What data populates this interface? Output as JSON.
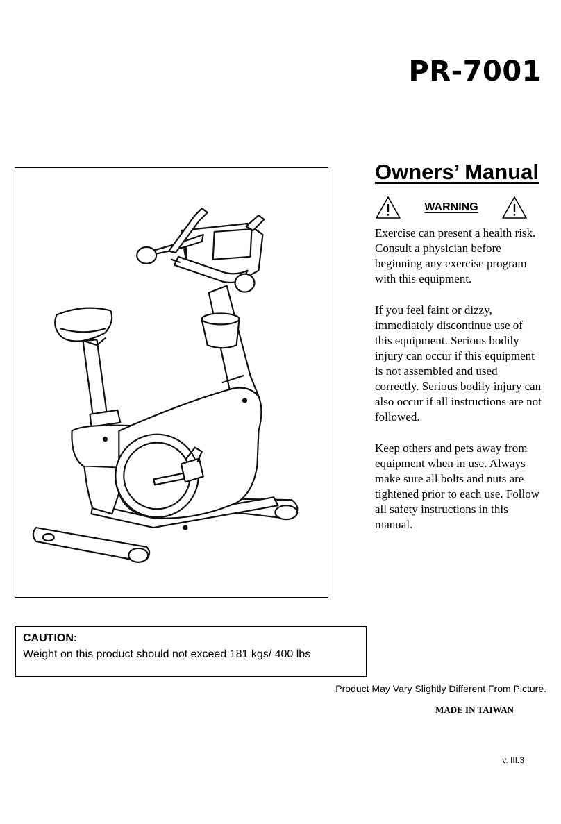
{
  "header": {
    "model": "PR-7001"
  },
  "manual": {
    "title": "Owners’ Manual"
  },
  "warning": {
    "label": "WARNING",
    "paragraphs": [
      "Exercise can present a health risk. Consult a physician before beginning any exercise program with this equipment.",
      "If you feel faint or dizzy, immediately discontinue use of this equipment. Serious bodily injury can occur if this equipment is not assembled and used correctly. Serious bodily injury can also occur if all instructions are not followed.",
      "Keep others and pets away from equipment when in use. Always make sure all bolts and nuts are tightened prior to each use. Follow all safety instructions in this manual."
    ],
    "icon": "warning-triangle-icon"
  },
  "caution": {
    "title": "CAUTION:",
    "text": "Weight on this product should not exceed 181 kgs/ 400 lbs"
  },
  "footer": {
    "disclaimer": "Product May Vary Slightly Different From Picture.",
    "origin": "MADE IN TAIWAN",
    "version": "v. III.3"
  }
}
